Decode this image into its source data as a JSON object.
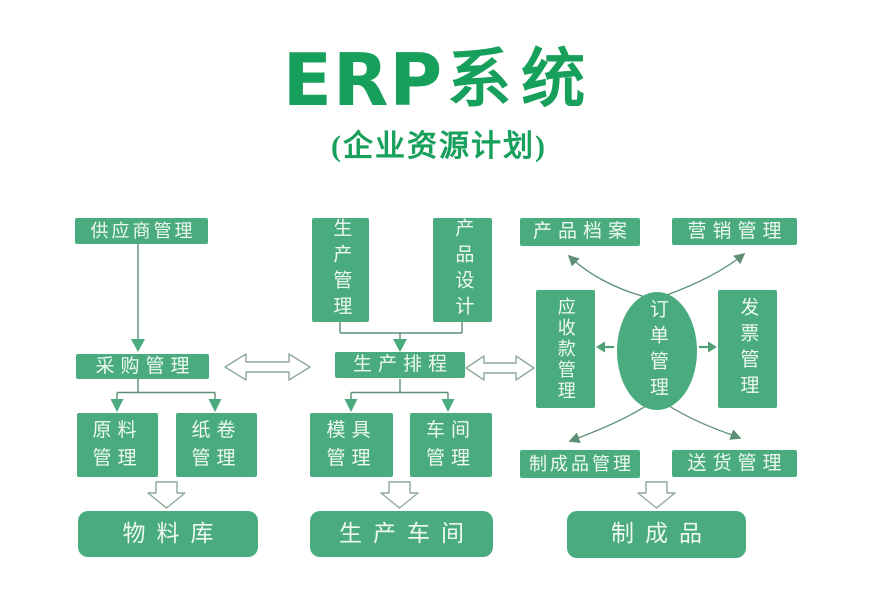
{
  "title": {
    "latin": "ERP",
    "cjk": "系统"
  },
  "subtitle": "(企业资源计划)",
  "colors": {
    "box_green": "#4aab7e",
    "title_green": "#17a05b",
    "line_color": "#5d8f74",
    "outline_color": "#8fa99a",
    "box_text": "#eef9f2"
  },
  "nodes": {
    "supplier": "供应商管理",
    "purchasing": "采购管理",
    "raw_material": "原料管理",
    "paper_roll": "纸卷管理",
    "material_warehouse": "物料库",
    "production_mgmt": "生产管理",
    "product_design": "产品设计",
    "production_scheduling": "生产排程",
    "mold_mgmt": "模具管理",
    "workshop_mgmt": "车间管理",
    "production_workshop": "生产车间",
    "product_archive": "产品档案",
    "marketing_mgmt": "营销管理",
    "receivables_mgmt": "应收款管理",
    "order_mgmt": "订单管理",
    "invoice_mgmt": "发票管理",
    "finished_goods_mgmt": "制成品管理",
    "delivery_mgmt": "送货管理",
    "finished_goods": "制成品"
  }
}
